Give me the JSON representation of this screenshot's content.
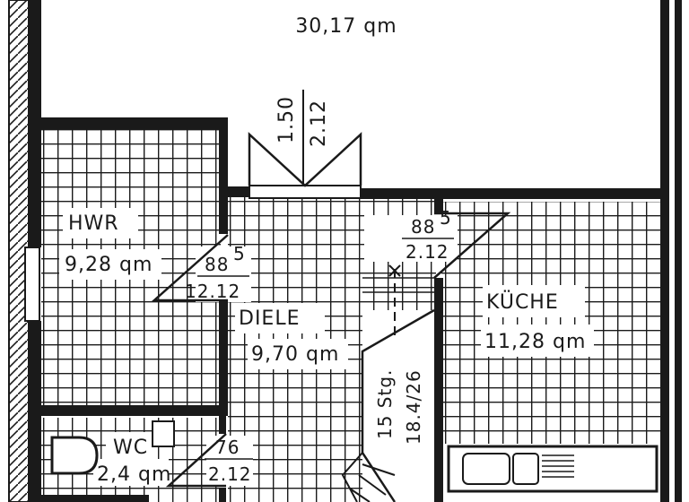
{
  "rooms": {
    "living": {
      "area": "30,17 qm"
    },
    "hwr": {
      "name": "HWR",
      "area": "9,28 qm"
    },
    "diele": {
      "name": "DIELE",
      "area": "9,70 qm"
    },
    "kueche": {
      "name": "KÜCHE",
      "area": "11,28 qm"
    },
    "wc": {
      "name": "WC",
      "area": "2,4 qm"
    }
  },
  "doors": {
    "living": {
      "width": "1.50",
      "height": "2.12"
    },
    "hwr": {
      "width": "88",
      "sup": "5",
      "height": "12.12"
    },
    "kitchen": {
      "width": "88",
      "sup": "5",
      "height": "2.12"
    },
    "wc": {
      "width": "76",
      "height": "2.12"
    }
  },
  "stairs": {
    "steps": "15 Stg.",
    "ratio": "18.4/26"
  }
}
